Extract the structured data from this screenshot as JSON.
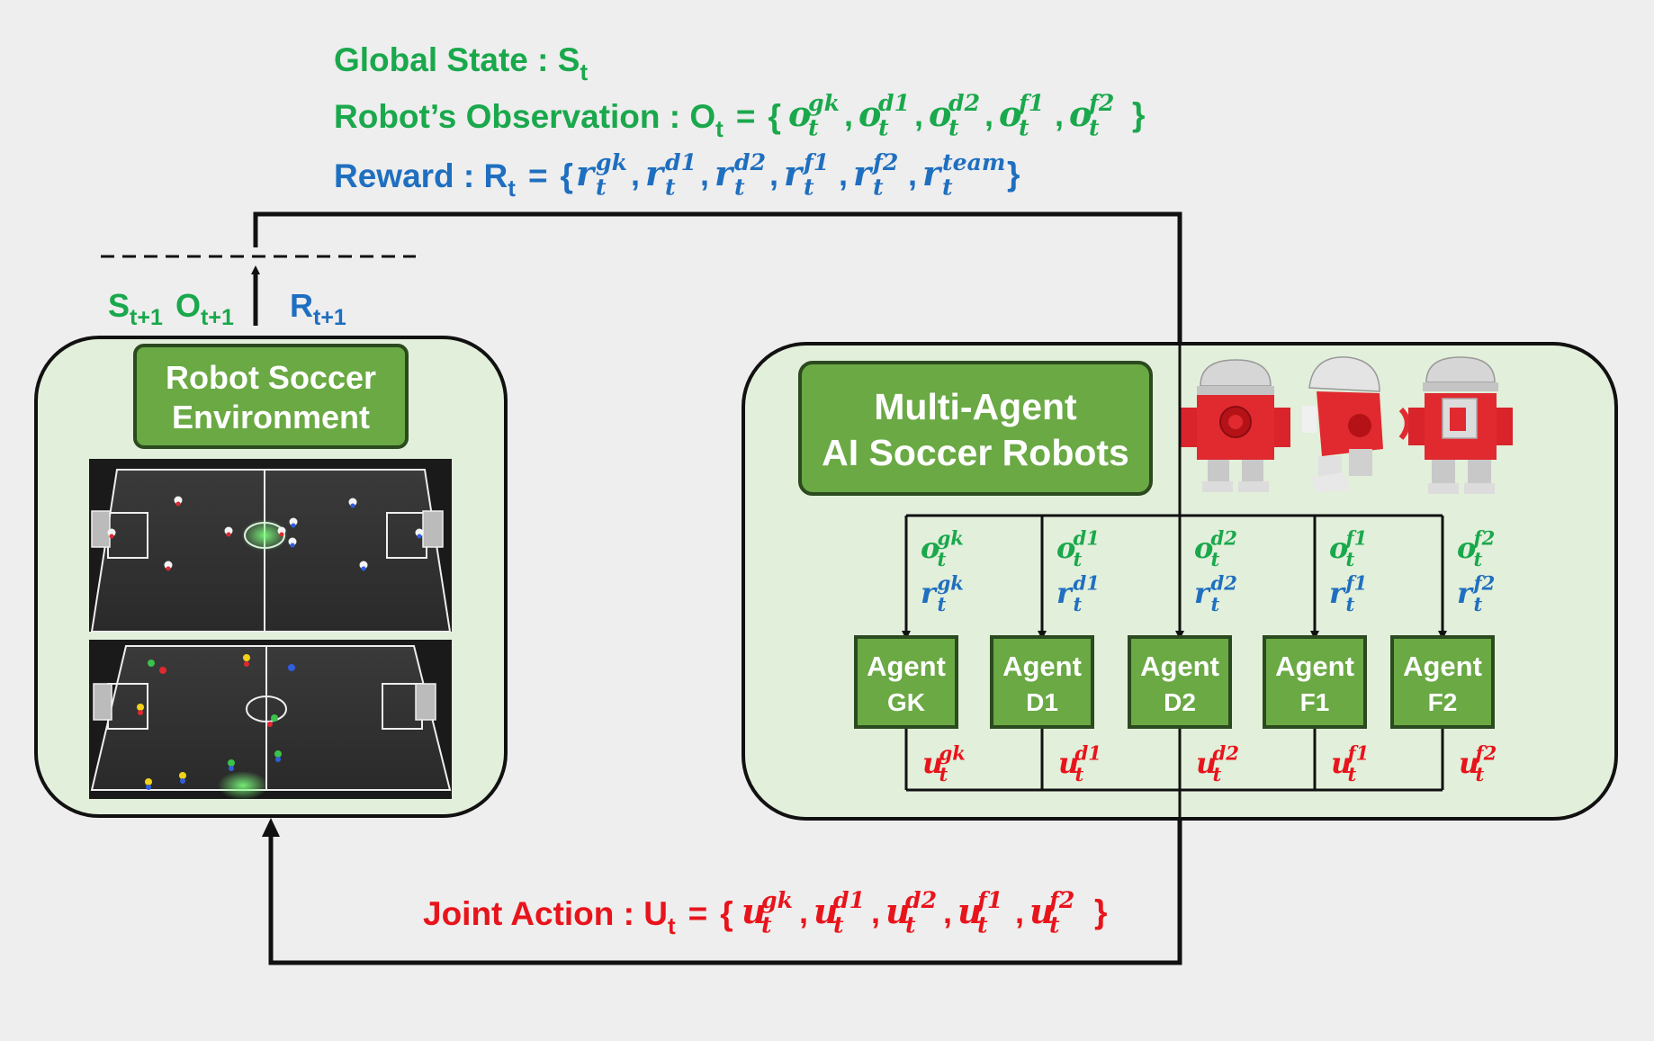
{
  "colors": {
    "green_text": "#1aa84c",
    "blue_text": "#1f6fc0",
    "red_text": "#e8141c",
    "box_fill": "#6aa944",
    "box_border": "#2b4a1f",
    "panel_fill": "#e2efda",
    "line": "#111111"
  },
  "header": {
    "global_state_label": "Global State : S",
    "global_state_sub": "t",
    "observation_label": "Robot’s Observation : O",
    "observation_sub": "t",
    "reward_label": "Reward : R",
    "reward_sub": "t",
    "equals": "=",
    "open_brace": "{",
    "close_brace": "}"
  },
  "observation_set": [
    {
      "base": "o",
      "sup": "gk",
      "sub": "t"
    },
    {
      "base": "o",
      "sup": "d1",
      "sub": "t"
    },
    {
      "base": "o",
      "sup": "d2",
      "sub": "t"
    },
    {
      "base": "o",
      "sup": "f1",
      "sub": "t"
    },
    {
      "base": "o",
      "sup": "f2",
      "sub": "t"
    }
  ],
  "reward_set": [
    {
      "base": "r",
      "sup": "gk",
      "sub": "t"
    },
    {
      "base": "r",
      "sup": "d1",
      "sub": "t"
    },
    {
      "base": "r",
      "sup": "d2",
      "sub": "t"
    },
    {
      "base": "r",
      "sup": "f1",
      "sub": "t"
    },
    {
      "base": "r",
      "sup": "f2",
      "sub": "t"
    },
    {
      "base": "r",
      "sup": "team",
      "sub": "t"
    }
  ],
  "feedback": {
    "s_label": "S",
    "s_sub": "t+1",
    "o_label": "O",
    "o_sub": "t+1",
    "r_label": "R",
    "r_sub": "t+1"
  },
  "environment": {
    "title_line1": "Robot Soccer",
    "title_line2": "Environment"
  },
  "multi_agent": {
    "title_line1": "Multi-Agent",
    "title_line2": "AI Soccer Robots"
  },
  "agents": [
    {
      "line1": "Agent",
      "line2": "GK",
      "obs": {
        "base": "o",
        "sup": "gk",
        "sub": "t"
      },
      "rew": {
        "base": "r",
        "sup": "gk",
        "sub": "t"
      },
      "act": {
        "base": "u",
        "sup": "gk",
        "sub": "t"
      }
    },
    {
      "line1": "Agent",
      "line2": "D1",
      "obs": {
        "base": "o",
        "sup": "d1",
        "sub": "t"
      },
      "rew": {
        "base": "r",
        "sup": "d1",
        "sub": "t"
      },
      "act": {
        "base": "u",
        "sup": "d1",
        "sub": "t"
      }
    },
    {
      "line1": "Agent",
      "line2": "D2",
      "obs": {
        "base": "o",
        "sup": "d2",
        "sub": "t"
      },
      "rew": {
        "base": "r",
        "sup": "d2",
        "sub": "t"
      },
      "act": {
        "base": "u",
        "sup": "d2",
        "sub": "t"
      }
    },
    {
      "line1": "Agent",
      "line2": "F1",
      "obs": {
        "base": "o",
        "sup": "f1",
        "sub": "t"
      },
      "rew": {
        "base": "r",
        "sup": "f1",
        "sub": "t"
      },
      "act": {
        "base": "u",
        "sup": "f1",
        "sub": "t"
      }
    },
    {
      "line1": "Agent",
      "line2": "F2",
      "obs": {
        "base": "o",
        "sup": "f2",
        "sub": "t"
      },
      "rew": {
        "base": "r",
        "sup": "f2",
        "sub": "t"
      },
      "act": {
        "base": "u",
        "sup": "f2",
        "sub": "t"
      }
    }
  ],
  "joint_action": {
    "label": "Joint Action : U",
    "sub": "t",
    "set": [
      {
        "base": "u",
        "sup": "gk",
        "sub": "t"
      },
      {
        "base": "u",
        "sup": "d1",
        "sub": "t"
      },
      {
        "base": "u",
        "sup": "d2",
        "sub": "t"
      },
      {
        "base": "u",
        "sup": "f1",
        "sub": "t"
      },
      {
        "base": "u",
        "sup": "f2",
        "sub": "t"
      }
    ]
  },
  "icons": {
    "field_top": "soccer-field-white-red-robots-icon",
    "field_bottom": "soccer-field-colored-dot-robots-icon",
    "robots": "red-soccer-robot-icon"
  }
}
